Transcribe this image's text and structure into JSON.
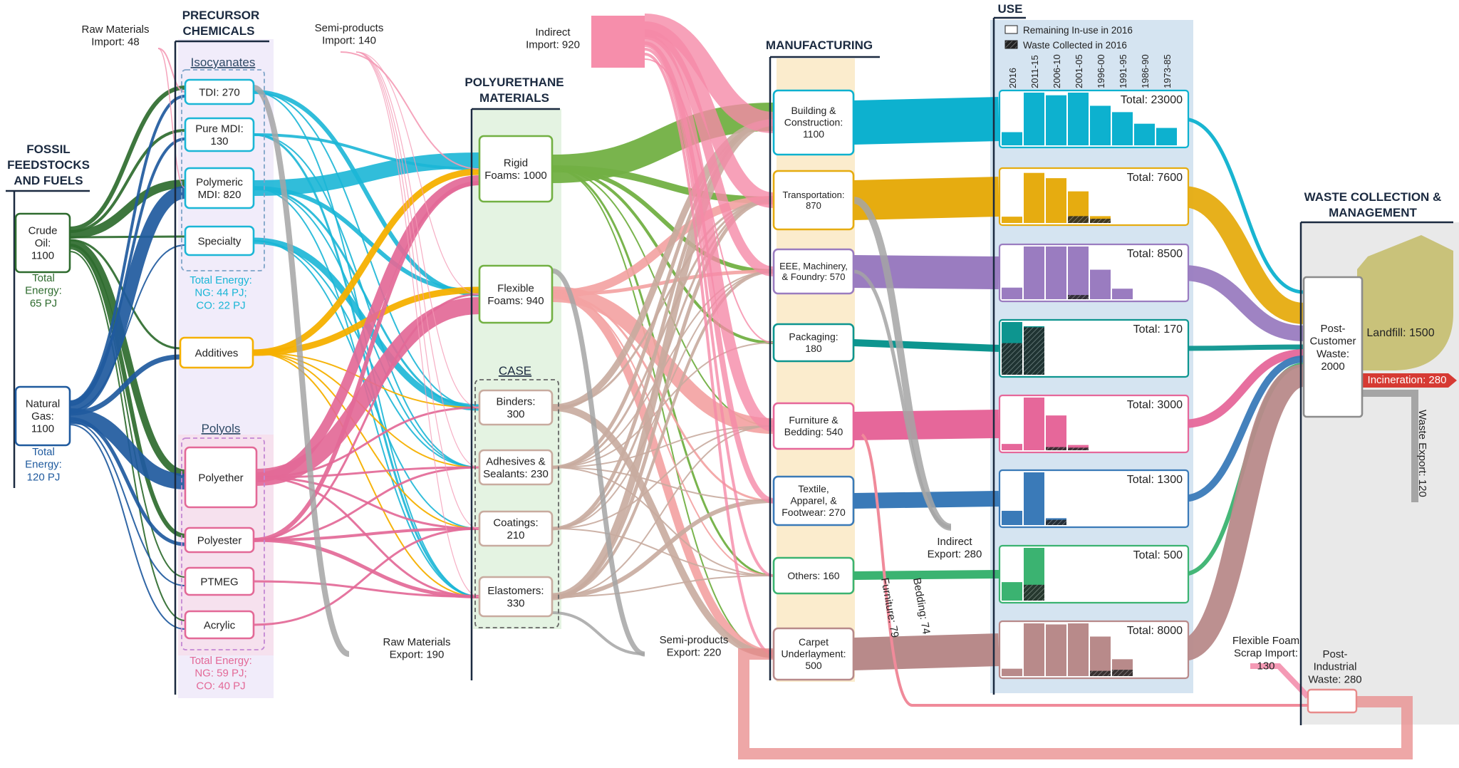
{
  "sections": {
    "fossil": "FOSSIL FEEDSTOCKS AND FUELS",
    "precursor": "PRECURSOR CHEMICALS",
    "pu_materials": "POLYURETHANE MATERIALS",
    "manufacturing": "MANUFACTURING",
    "use": "USE",
    "waste": "WASTE COLLECTION & MANAGEMENT"
  },
  "group_labels": {
    "isocyanates": "Isocyanates",
    "polyols": "Polyols",
    "case": "CASE"
  },
  "fossil": [
    {
      "id": "crude",
      "label": "Crude Oil: 1100",
      "energy": "Total Energy: 65 PJ",
      "color": "#2e6b2e"
    },
    {
      "id": "gas",
      "label": "Natural Gas: 1100",
      "energy": "Total Energy: 120 PJ",
      "color": "#1f5a9e"
    }
  ],
  "precursors": [
    {
      "id": "tdi",
      "label": "TDI: 270"
    },
    {
      "id": "puremdi",
      "label": "Pure MDI: 130"
    },
    {
      "id": "polymdi",
      "label": "Polymeric MDI: 820"
    },
    {
      "id": "specialty",
      "label": "Specialty"
    },
    {
      "id": "additives",
      "label": "Additives"
    },
    {
      "id": "polyether",
      "label": "Polyether"
    },
    {
      "id": "polyester",
      "label": "Polyester"
    },
    {
      "id": "ptmeg",
      "label": "PTMEG"
    },
    {
      "id": "acrylic",
      "label": "Acrylic"
    }
  ],
  "iso_energy": "Total Energy: NG: 44 PJ; CO: 22 PJ",
  "polyol_energy": "Total Energy: NG: 59 PJ; CO: 40 PJ",
  "materials": [
    {
      "id": "rigid",
      "label": "Rigid Foams: 1000"
    },
    {
      "id": "flexible",
      "label": "Flexible Foams: 940"
    },
    {
      "id": "binders",
      "label": "Binders: 300"
    },
    {
      "id": "adhesives",
      "label": "Adhesives & Sealants: 230"
    },
    {
      "id": "coatings",
      "label": "Coatings: 210"
    },
    {
      "id": "elastomers",
      "label": "Elastomers: 330"
    }
  ],
  "sectors": [
    {
      "id": "building",
      "label": "Building & Construction: 1100",
      "color": "#0db1cf"
    },
    {
      "id": "transport",
      "label": "Transportation: 870",
      "color": "#e6ac10"
    },
    {
      "id": "eee",
      "label": "EEE, Machinery, & Foundry: 570",
      "color": "#9a7cc0"
    },
    {
      "id": "packaging",
      "label": "Packaging: 180",
      "color": "#0d958f"
    },
    {
      "id": "furniture",
      "label": "Furniture & Bedding: 540",
      "color": "#e6679a"
    },
    {
      "id": "textile",
      "label": "Textile, Apparel, & Footwear: 270",
      "color": "#3a7ab8"
    },
    {
      "id": "others",
      "label": "Others: 160",
      "color": "#3bb371"
    },
    {
      "id": "carpet",
      "label": "Carpet Underlayment: 500",
      "color": "#b88a8a"
    }
  ],
  "use_legend": {
    "remaining": "Remaining In-use in 2016",
    "collected": "Waste Collected in 2016"
  },
  "use_years": [
    "2016",
    "2011-15",
    "2006-10",
    "2001-05",
    "1996-00",
    "1991-95",
    "1986-90",
    "1973-85"
  ],
  "use_panels": [
    {
      "total": "Total: 23000",
      "bars": [
        0.25,
        1.0,
        0.95,
        1.0,
        0.75,
        0.63,
        0.41,
        0.33
      ],
      "waste": [
        0,
        0,
        0,
        0,
        0,
        0,
        0,
        0
      ]
    },
    {
      "total": "Total: 7600",
      "bars": [
        0.12,
        0.95,
        0.85,
        0.6,
        0.13,
        0,
        0,
        0
      ],
      "waste": [
        0,
        0,
        0,
        0.13,
        0.08,
        0,
        0,
        0
      ]
    },
    {
      "total": "Total: 8500",
      "bars": [
        0.22,
        1.0,
        1.0,
        1.0,
        0.56,
        0.2,
        0,
        0
      ],
      "waste": [
        0,
        0,
        0,
        0.08,
        0,
        0,
        0,
        0
      ]
    },
    {
      "total": "Total: 170",
      "bars": [
        1.0,
        0.92,
        0,
        0,
        0,
        0,
        0,
        0
      ],
      "waste": [
        0.6,
        0.9,
        0,
        0,
        0,
        0,
        0,
        0
      ]
    },
    {
      "total": "Total: 3000",
      "bars": [
        0.12,
        1.0,
        0.66,
        0.1,
        0,
        0,
        0,
        0
      ],
      "waste": [
        0,
        0,
        0.06,
        0.05,
        0,
        0,
        0,
        0
      ]
    },
    {
      "total": "Total: 1300",
      "bars": [
        0.27,
        1.0,
        0.13,
        0,
        0,
        0,
        0,
        0
      ],
      "waste": [
        0,
        0,
        0.1,
        0,
        0,
        0,
        0,
        0
      ]
    },
    {
      "total": "Total: 500",
      "bars": [
        0.35,
        1.0,
        0,
        0,
        0,
        0,
        0,
        0
      ],
      "waste": [
        0,
        0.3,
        0,
        0,
        0,
        0,
        0,
        0
      ]
    },
    {
      "total": "Total: 8000",
      "bars": [
        0.14,
        1.0,
        0.98,
        1.0,
        0.75,
        0.32,
        0,
        0
      ],
      "waste": [
        0,
        0,
        0,
        0,
        0.1,
        0.12,
        0,
        0
      ]
    }
  ],
  "flows_text": {
    "raw_import": "Raw Materials Import: 48",
    "semi_import": "Semi-products Import: 140",
    "indirect_import": "Indirect Import: 920",
    "raw_export": "Raw Materials Export: 190",
    "semi_export": "Semi-products Export: 220",
    "indirect_export": "Indirect Export: 280",
    "furniture_flow": "Furniture: 79",
    "bedding_flow": "Bedding: 74",
    "foam_scrap": "Flexible Foam Scrap Import: 130",
    "waste_export": "Waste Export: 120"
  },
  "waste": {
    "post_customer": "Post-Customer Waste: 2000",
    "post_industrial": "Post-Industrial Waste: 280",
    "landfill": "Landfill: 1500",
    "incineration": "Incineration: 280"
  }
}
